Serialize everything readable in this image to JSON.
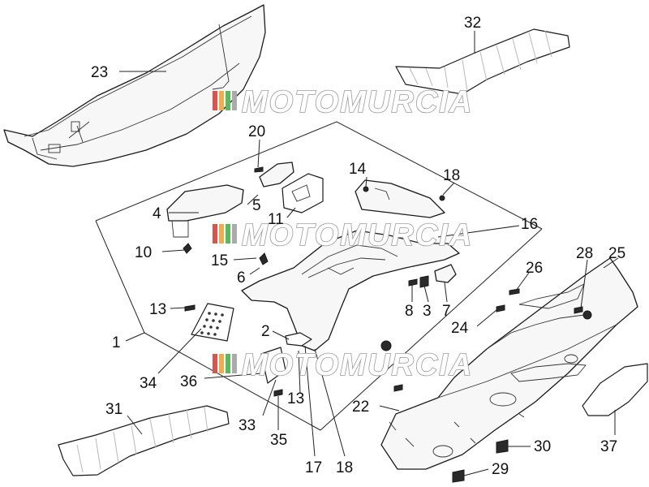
{
  "watermark": {
    "text": "MOTOMURCIA"
  },
  "callouts": {
    "c1": "1",
    "c2": "2",
    "c3": "3",
    "c4": "4",
    "c5": "5",
    "c6": "6",
    "c7": "7",
    "c8": "8",
    "c10": "10",
    "c11": "11",
    "c13a": "13",
    "c13b": "13",
    "c14": "14",
    "c15": "15",
    "c16": "16",
    "c17": "17",
    "c18a": "18",
    "c18b": "18",
    "c20": "20",
    "c22": "22",
    "c23": "23",
    "c24": "24",
    "c25": "25",
    "c26": "26",
    "c28": "28",
    "c29": "29",
    "c30": "30",
    "c31": "31",
    "c32": "32",
    "c33": "33",
    "c34": "34",
    "c35": "35",
    "c36": "36",
    "c37": "37"
  }
}
